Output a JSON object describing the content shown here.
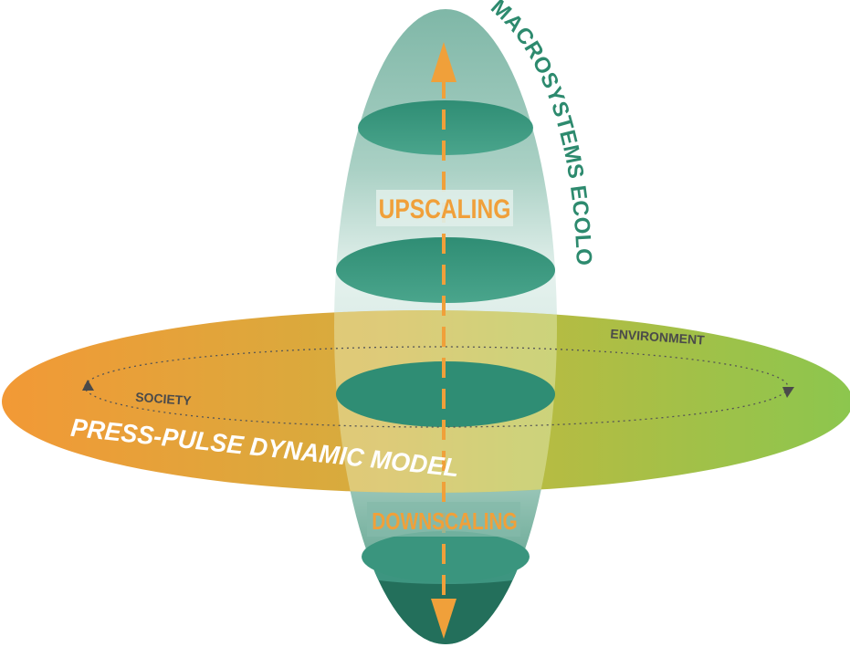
{
  "labels": {
    "vertical_axis_title": "MACROSYSTEMS ECOLOGY",
    "horizontal_axis_title": "PRESS-PULSE DYNAMIC MODEL",
    "up_label": "UPSCALING",
    "down_label": "DOWNSCALING",
    "left_pole": "SOCIETY",
    "right_pole": "ENVIRONMENT"
  },
  "colors": {
    "teal_light": "#d9ece7",
    "teal_mid": "#8dbfb1",
    "teal_disc": "#3c9a82",
    "teal_dark": "#1f6d58",
    "title_green": "#2d8a6e",
    "orange": "#f0a03a",
    "orange_left": "#f29a38",
    "green_right": "#8cc44c",
    "yellow_mid": "#c9b93c",
    "arrow_dark": "#4a4a4a",
    "white": "#ffffff"
  }
}
